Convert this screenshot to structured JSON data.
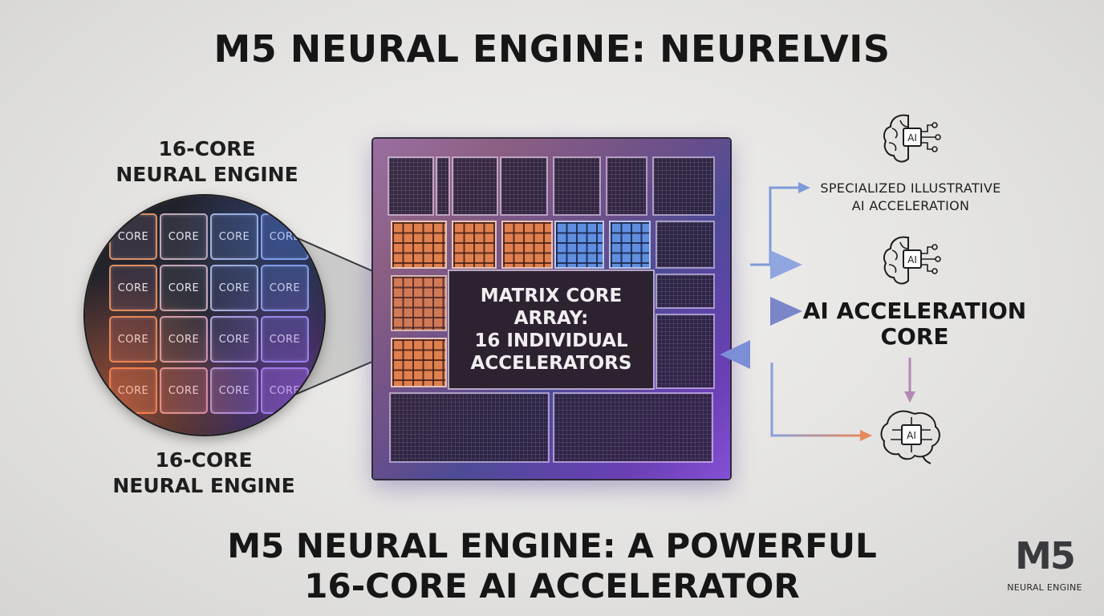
{
  "title_top": "M5 NEURAL ENGINE: NEURELVIS",
  "left_label_top": [
    "16-CORE",
    "NEURAL ENGINE"
  ],
  "left_label_bottom": [
    "16-CORE",
    "NEURAL ENGINE"
  ],
  "core_label": "CORE",
  "chip": {
    "matrix_lines": [
      "MATRIX CORE",
      "ARRAY:",
      "16 INDIVIDUAL",
      "ACCELERATORS"
    ]
  },
  "right": {
    "small_lines": [
      "SPECIALIZED ILLUSTRATIVE",
      "AI ACCELERATION"
    ],
    "big_lines": [
      "AI ACCELERATION",
      "CORE"
    ],
    "icon_text": "AI"
  },
  "bottom_title": [
    "M5 NEURAL ENGINE: A POWERFUL",
    "16-CORE AI ACCELERATOR"
  ],
  "badge": {
    "main": "M5",
    "sub": "NEURAL ENGINE"
  },
  "colors": {
    "orange": "#e0804f",
    "blue": "#5f8fe0",
    "purple": "#8550d4",
    "arrow_blue": "#7e9bd8",
    "arrow_orange": "#e58a5e"
  },
  "icons": [
    "brain-chip-icon",
    "brain-chip-icon",
    "brain-chip-icon"
  ]
}
